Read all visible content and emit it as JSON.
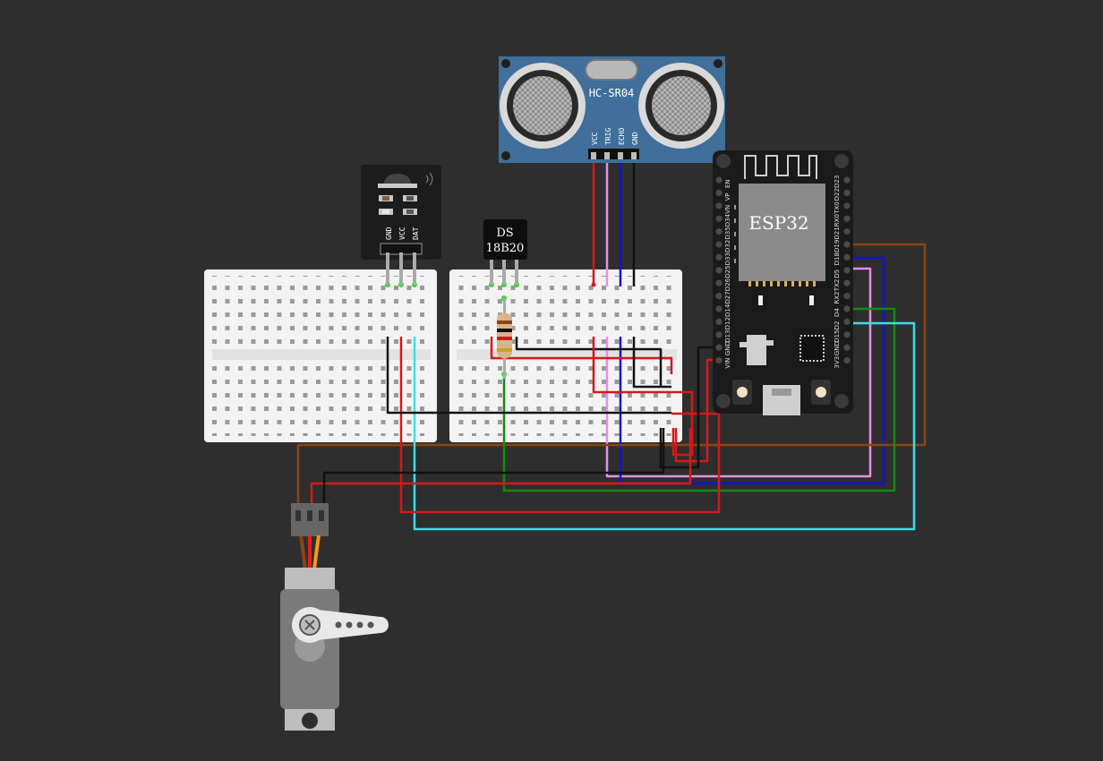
{
  "components": {
    "ultrasonic": {
      "label": "HC-SR04",
      "pins": [
        "VCC",
        "TRIG",
        "ECHO",
        "GND"
      ]
    },
    "ir_receiver": {
      "pins": [
        "GND",
        "VCC",
        "DAT"
      ]
    },
    "temp_sensor": {
      "label_line1": "DS",
      "label_line2": "18B20"
    },
    "mcu": {
      "label": "ESP32",
      "left_pins": [
        "EN",
        "VP",
        "VN",
        "D34",
        "D35",
        "D32",
        "D33",
        "D25",
        "D26",
        "D27",
        "D14",
        "D12",
        "D13",
        "GND",
        "VIN"
      ],
      "right_pins": [
        "D23",
        "D22",
        "TX0",
        "RX0",
        "D21",
        "D19",
        "D18",
        "D5",
        "TX2",
        "RX2",
        "D4",
        "D2",
        "D15",
        "GND",
        "3V3"
      ]
    }
  },
  "wire_colors": {
    "red": "#d8171a",
    "black": "#111111",
    "pink": "#e68fe3",
    "blue": "#1313cc",
    "brown": "#8b4513",
    "green": "#138a13",
    "cyan": "#37e0e8"
  }
}
